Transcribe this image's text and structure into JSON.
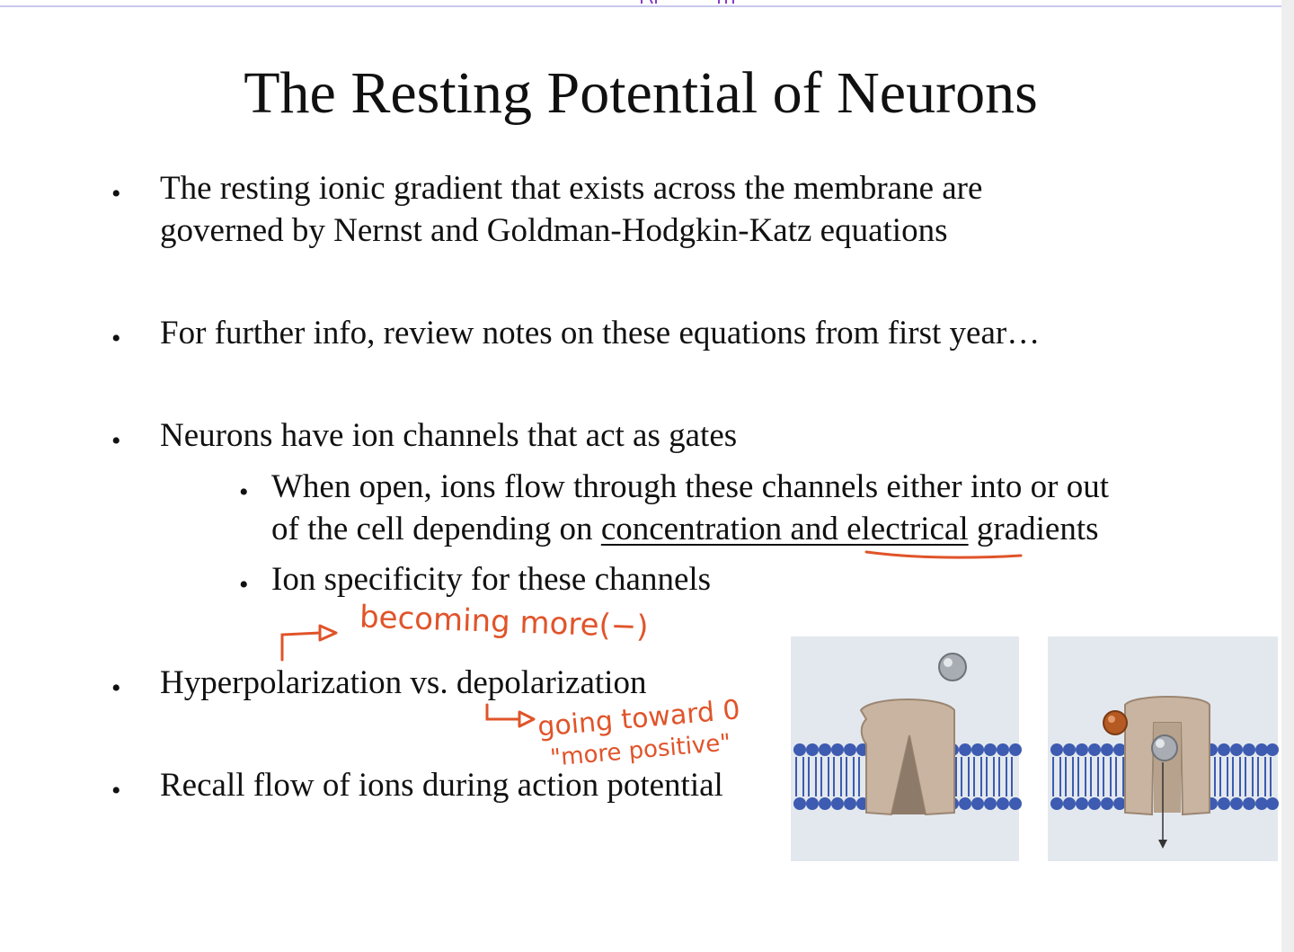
{
  "slide": {
    "title": "The Resting Potential of Neurons",
    "bullets": {
      "b1_line1": "The resting ionic gradient that exists across the membrane are",
      "b1_line2": "governed by Nernst and Goldman-Hodgkin-Katz equations",
      "b2": "For further info, review notes on these equations from first year…",
      "b3": "Neurons have ion channels that act as gates",
      "b3a_line1": "When open, ions flow through these channels either into or out",
      "b3a_line2_pre": "of the cell depending on ",
      "b3a_line2_underlined": "concentration and electrical",
      "b3a_line2_post": " gradients",
      "b3b": "Ion specificity for these channels",
      "b4": "Hyperpolarization vs. depolarization",
      "b5": "Recall flow of ions during action potential"
    },
    "bullet_symbol": "•"
  },
  "annotations": {
    "note1": "becoming more(−)",
    "note2_line1": "going toward 0",
    "note2_line2": "\"more positive\""
  },
  "colors": {
    "annotation": "#e0542a",
    "membrane_blue": "#3d5bb0",
    "channel_tan": "#c8b4a0",
    "panel_bg": "#e3e8ee"
  }
}
